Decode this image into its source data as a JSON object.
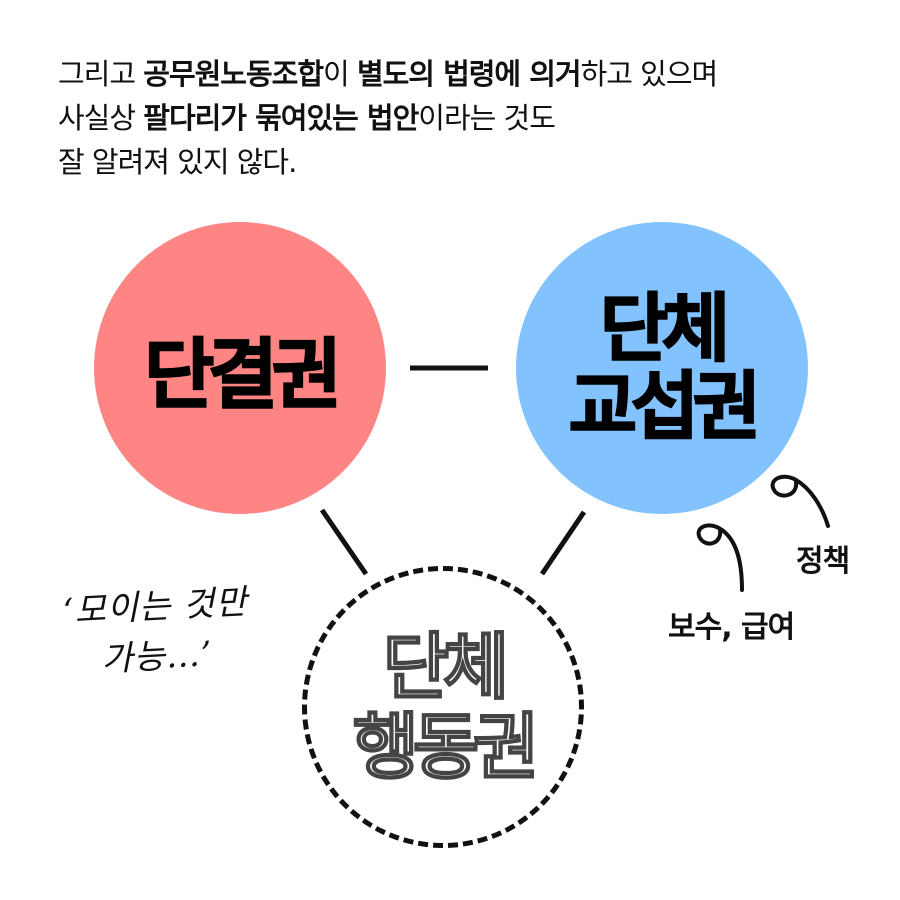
{
  "intro": {
    "line1": {
      "a": "그리고 ",
      "b": "공무원노동조합",
      "c": "이 ",
      "d": "별도의 법령에 의거",
      "e": "하고 있으며"
    },
    "line2": {
      "a": "사실상 ",
      "b": "팔다리가 묶여있는 법안",
      "c": "이라는 것도"
    },
    "line3": "잘 알려져 있지 않다."
  },
  "diagram": {
    "red_circle_label": "단결권",
    "blue_circle_label_line1": "단체",
    "blue_circle_label_line2": "교섭권",
    "dashed_circle_label_line1": "단체",
    "dashed_circle_label_line2": "행동권",
    "handwritten_line1": "‘모이는 것만",
    "handwritten_line2": "가능…’",
    "note_pay": "보수, 급여",
    "note_policy": "정책",
    "colors": {
      "red": "#ff8585",
      "blue": "#82c3ff",
      "ink": "#111111"
    }
  }
}
